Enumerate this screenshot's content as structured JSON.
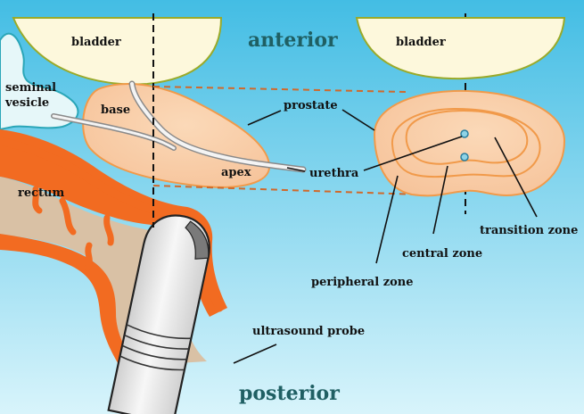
{
  "labels": {
    "anterior": "anterior",
    "posterior": "posterior",
    "bladder_left": "bladder",
    "bladder_right": "bladder",
    "seminal_vesicle_1": "seminal",
    "seminal_vesicle_2": "vesicle",
    "base": "base",
    "apex": "apex",
    "prostate": "prostate",
    "urethra": "urethra",
    "rectum": "rectum",
    "transition_zone": "transition zone",
    "central_zone": "central zone",
    "peripheral_zone": "peripheral zone",
    "ultrasound_probe": "ultrasound probe"
  },
  "colors": {
    "background_top": "#4fc1e6",
    "background_bottom": "#d6f3fb",
    "bladder_fill": "#fdf8dc",
    "bladder_stroke": "#9aaa2a",
    "prostate_fill": "#f7c9a0",
    "prostate_stroke": "#f19a4a",
    "rectum_wall": "#f26b21",
    "rectum_lumen": "#dcc2a6",
    "probe_fill": "#e8e8e8",
    "guide_line": "#111111",
    "dashed_orange": "#d0692b",
    "direction_text": "#1f5f63"
  }
}
